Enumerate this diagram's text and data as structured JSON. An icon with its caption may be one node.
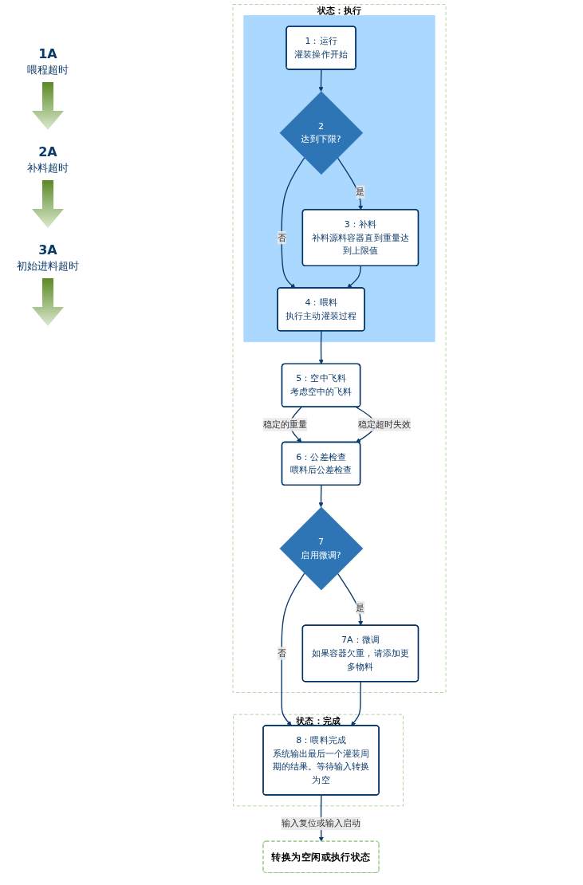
{
  "diagram": {
    "nodes": [
      {
        "text": [
          "状态：执行"
        ]
      },
      {
        "text": [],
        "shape": "box",
        "in": 0
      },
      {
        "text": [
          "1：运行",
          "灌装操作开始"
        ],
        "in": 1
      },
      {
        "text": [
          "2",
          "达到下限?"
        ],
        "in": 1
      },
      {
        "text": [
          "3：补料",
          "补料源料容器直到重量达到上限值"
        ],
        "in": 1
      },
      {
        "text": [
          "4：喂料",
          "执行主动灌装过程"
        ],
        "in": 1
      },
      {
        "text": [
          "5：空中飞料",
          "考虑空中的飞料"
        ],
        "in": 0
      },
      {
        "text": [
          "6：公差检查",
          "喂料后公差检查"
        ],
        "in": 0
      },
      {
        "text": [
          "7",
          "启用微调?"
        ],
        "in": 0
      },
      {
        "text": [
          "7A：微调",
          "如果容器欠重，请添加更多物料"
        ],
        "in": 0
      },
      {
        "text": [
          "状态：完成"
        ]
      },
      {
        "text": [
          "8：喂料完成",
          "系统输出最后一个灌装周期的结果。等待输入转换为空"
        ],
        "in": 10
      },
      {
        "text": [
          "转换为空闲或执行状态"
        ]
      }
    ],
    "edges": [
      {
        "from": 2,
        "to": 3,
        "arrow": "to"
      },
      {
        "from": 3,
        "to": 5,
        "label": "否",
        "arrow": "to"
      },
      {
        "from": 3,
        "to": 4,
        "label": "是",
        "arrow": "to"
      },
      {
        "from": 4,
        "to": 5,
        "arrow": "to"
      },
      {
        "from": 5,
        "to": 6,
        "arrow": "to"
      },
      {
        "from": 6,
        "to": 7,
        "label": "稳定的重量",
        "arrow": "to"
      },
      {
        "from": 6,
        "to": 7,
        "label": "稳定超时失效",
        "arrow": "to"
      },
      {
        "from": 7,
        "to": 8,
        "arrow": "to"
      },
      {
        "from": 8,
        "to": 9,
        "label": "是",
        "arrow": "to"
      },
      {
        "from": 8,
        "to": 11,
        "label": "否",
        "arrow": "to"
      },
      {
        "from": 9,
        "to": 11,
        "arrow": "to"
      },
      {
        "from": 11,
        "to": 12,
        "label": "输入复位或输入启动",
        "arrow": "to"
      }
    ],
    "labels": [
      "1A",
      "喂程超时",
      "2A",
      "补料超时",
      "3A",
      "初始进料超时"
    ]
  }
}
